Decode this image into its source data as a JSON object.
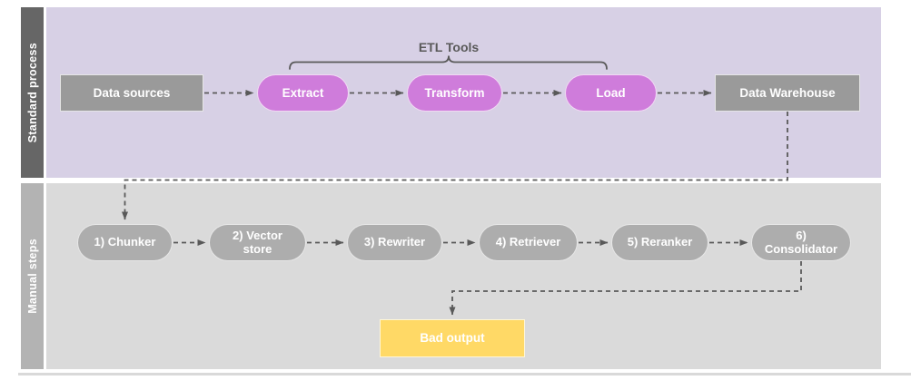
{
  "diagram": {
    "lanes": {
      "standard_process": {
        "label": "Standard process"
      },
      "manual_steps": {
        "label": "Manual steps"
      }
    },
    "etl_tools": {
      "label": "ETL Tools"
    },
    "standard_process": {
      "data_sources": "Data sources",
      "extract": "Extract",
      "transform": "Transform",
      "load": "Load",
      "data_warehouse": "Data Warehouse"
    },
    "manual_steps": {
      "chunker": "1) Chunker",
      "vector_store": "2) Vector store",
      "rewriter": "3) Rewriter",
      "retriever": "4) Retriever",
      "reranker": "5) Reranker",
      "consolidator": "6) Consolidator",
      "bad_output": "Bad output"
    },
    "connections": [
      "Data sources -> Extract",
      "Extract -> Transform",
      "Transform -> Load",
      "Load -> Data Warehouse",
      "Data Warehouse -> 1) Chunker",
      "1) Chunker -> 2) Vector store",
      "2) Vector store -> 3) Rewriter",
      "3) Rewriter -> 4) Retriever",
      "4) Retriever -> 5) Reranker",
      "5) Reranker -> 6) Consolidator",
      "6) Consolidator -> Bad output"
    ]
  },
  "colors": {
    "lane1_sidebar": "#666666",
    "lane1_bg": "#D7D0E5",
    "lane2_sidebar": "#B3B3B3",
    "lane2_bg": "#DADADA",
    "purple_node": "#CF7CDB",
    "gray_box": "#9A9A9A",
    "gray_pill": "#ADADAD",
    "yellow_box": "#FFD966",
    "connector": "#595959"
  }
}
